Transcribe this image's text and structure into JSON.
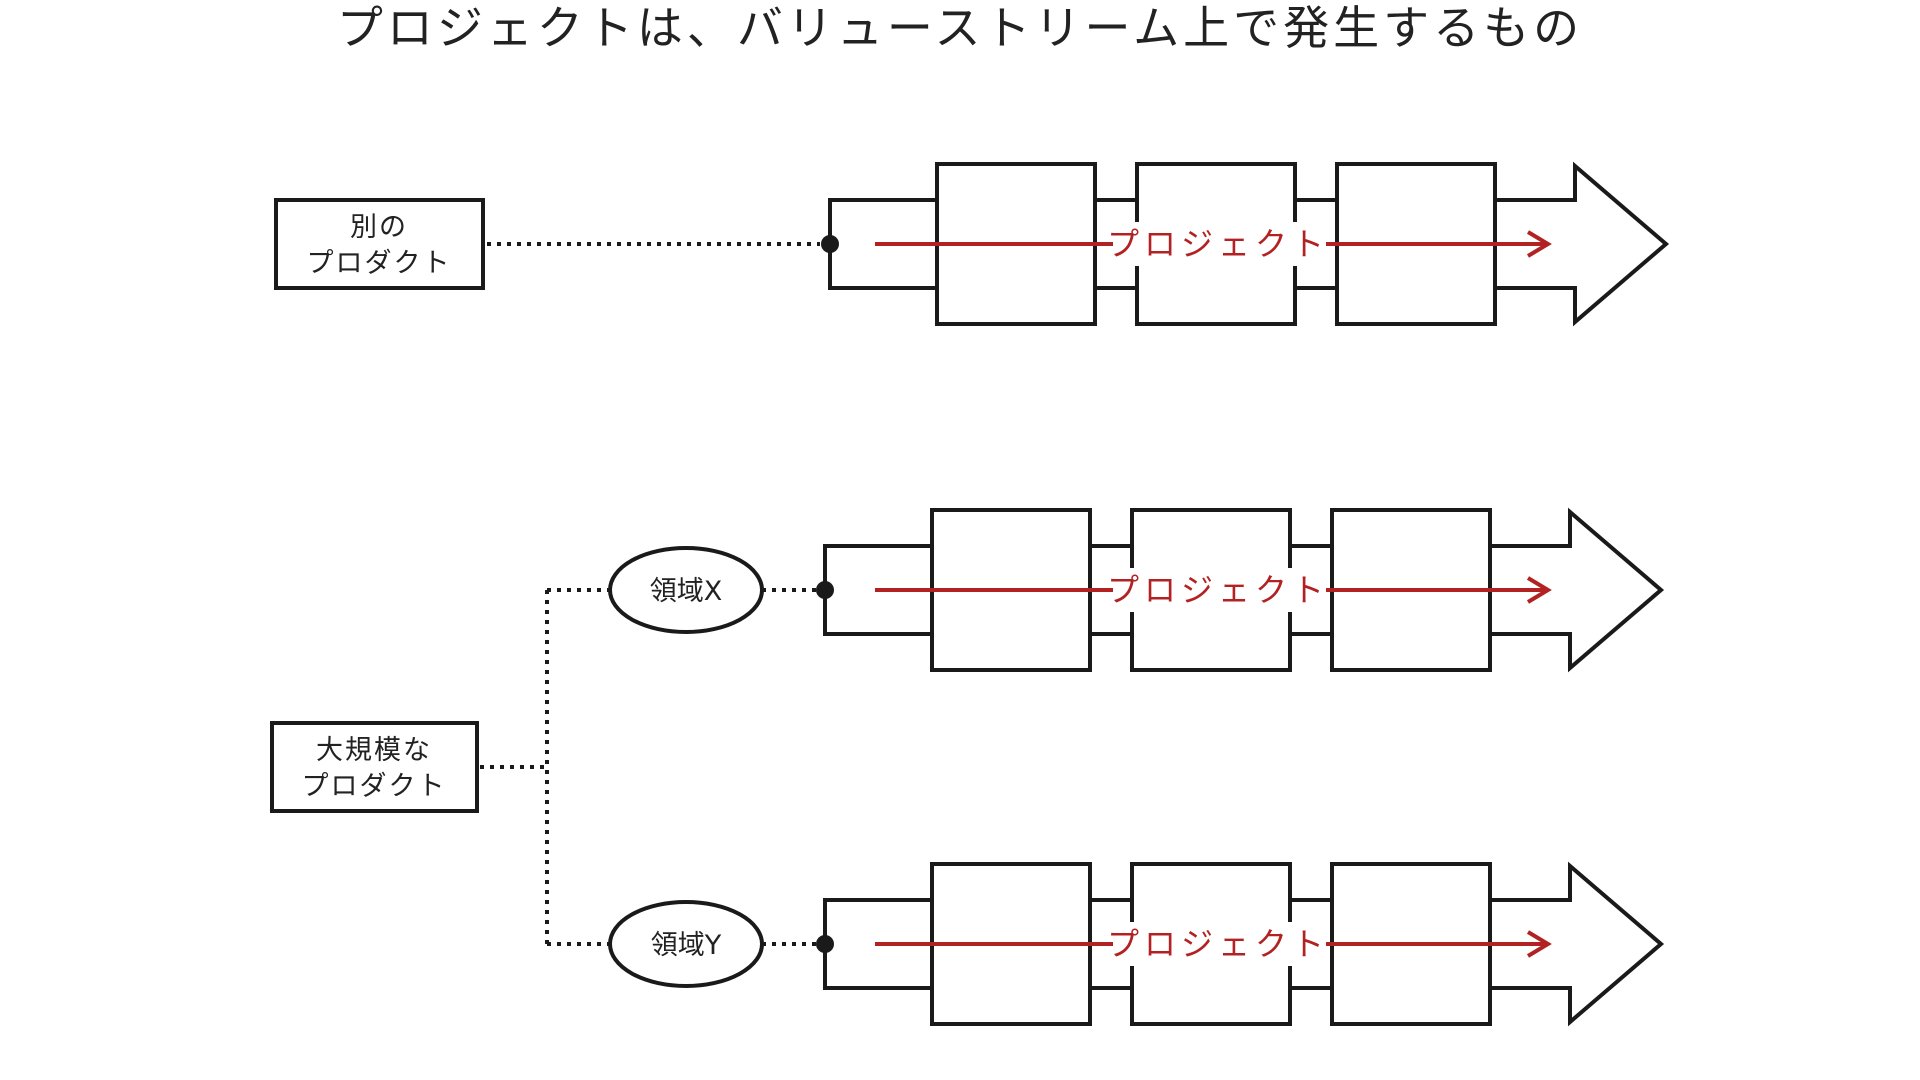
{
  "title": "プロジェクトは、バリューストリーム上で発生するもの",
  "colors": {
    "ink": "#1a1a1a",
    "project_red": "#b22222"
  },
  "products": {
    "other": {
      "line1": "別の",
      "line2": "プロダクト"
    },
    "large": {
      "line1": "大規模な",
      "line2": "プロダクト"
    }
  },
  "areas": {
    "x": "領域X",
    "y": "領域Y"
  },
  "streams": [
    {
      "project_label": "プロジェクト"
    },
    {
      "project_label": "プロジェクト"
    },
    {
      "project_label": "プロジェクト"
    }
  ]
}
